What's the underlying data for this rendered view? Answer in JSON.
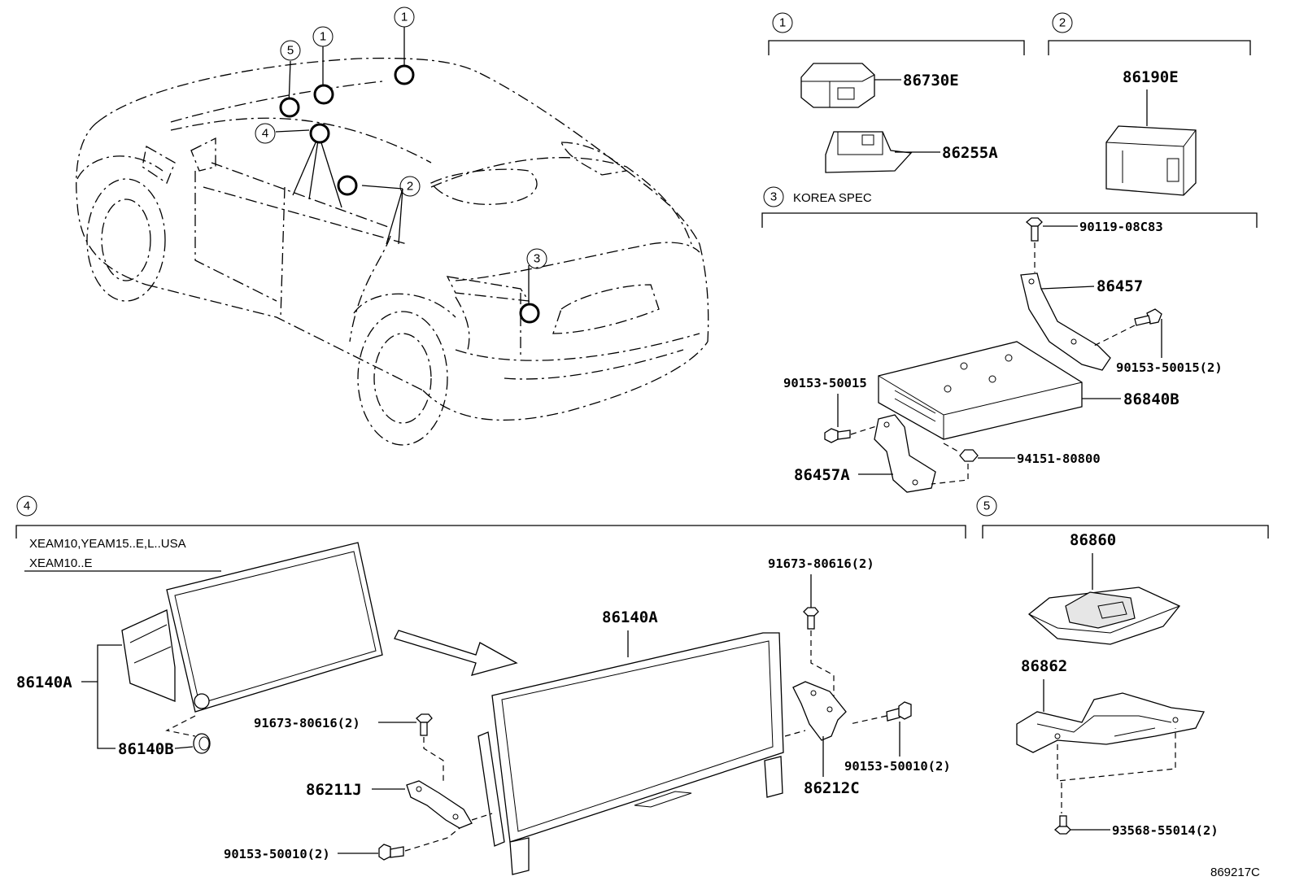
{
  "callouts": {
    "c1": "1",
    "c2": "2",
    "c3": "3",
    "c4": "4",
    "c5": "5"
  },
  "group1": {
    "label": "1",
    "parts": [
      "86730E",
      "86255A"
    ]
  },
  "group2": {
    "label": "2",
    "parts": [
      "86190E"
    ]
  },
  "group3": {
    "label": "3",
    "spec": "KOREA SPEC",
    "parts": [
      "90119-08C83",
      "86457",
      "90153-50015(2)",
      "90153-50015",
      "86840B",
      "94151-80800",
      "86457A"
    ]
  },
  "group4": {
    "label": "4",
    "variant1": "XEAM10,YEAM15..E,L..USA",
    "variant2": "XEAM10..E",
    "parts": [
      "86140A",
      "86140B",
      "86140A",
      "91673-80616(2)",
      "91673-80616(2)",
      "86211J",
      "86212C",
      "90153-50010(2)",
      "90153-50010(2)"
    ]
  },
  "group5": {
    "label": "5",
    "parts": [
      "86860",
      "86862",
      "93568-55014(2)"
    ]
  },
  "figure_id": "869217C"
}
